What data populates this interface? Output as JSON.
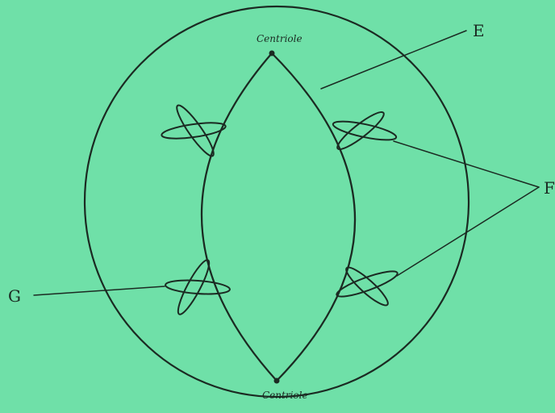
{
  "labels": {
    "E": "E",
    "F": "F",
    "G": "G",
    "centriole_top": "Centriole",
    "centriole_bottom": "Centriole"
  },
  "colors": {
    "background": "#6fe0a8",
    "ink": "#1b2a22"
  }
}
